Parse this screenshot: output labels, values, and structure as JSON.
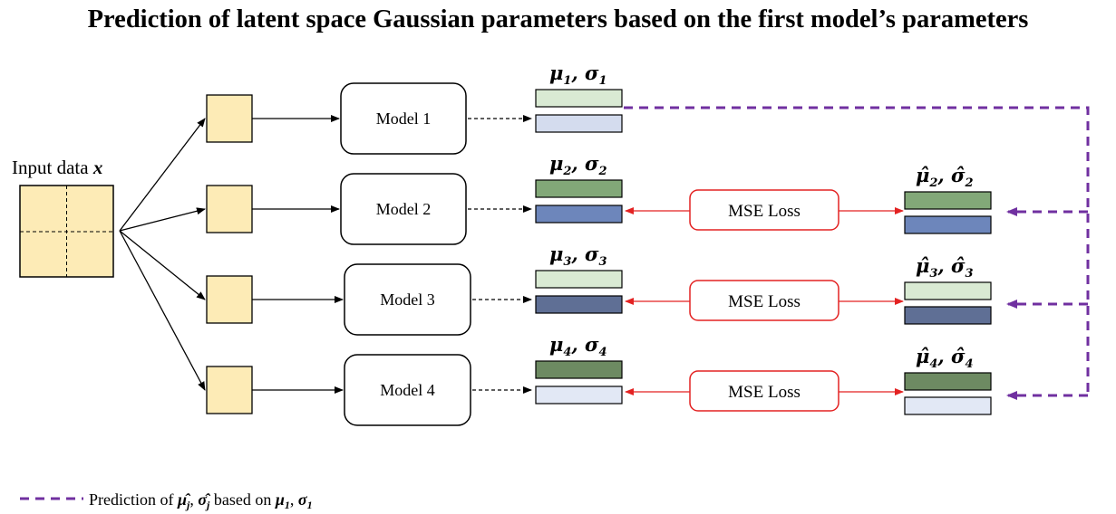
{
  "title": "Prediction of  latent space Gaussian parameters based on the first model’s parameters",
  "input": {
    "label": "Input data ",
    "var": "x"
  },
  "models": [
    {
      "label": "Model 1",
      "params": {
        "mu": "μ",
        "sigma": "σ",
        "sub": "1"
      },
      "mu_color": "#d9ead3",
      "sigma_color": "#d4dcee"
    },
    {
      "label": "Model 2",
      "params": {
        "mu": "μ",
        "sigma": "σ",
        "sub": "2"
      },
      "mu_color": "#82a878",
      "sigma_color": "#6d86bb"
    },
    {
      "label": "Model 3",
      "params": {
        "mu": "μ",
        "sigma": "σ",
        "sub": "3"
      },
      "mu_color": "#d9ead3",
      "sigma_color": "#5f6f95"
    },
    {
      "label": "Model 4",
      "params": {
        "mu": "μ",
        "sigma": "σ",
        "sub": "4"
      },
      "mu_color": "#6d8a62",
      "sigma_color": "#e2e8f5"
    }
  ],
  "predicted": [
    {
      "mu": "μ̂",
      "sigma": "σ̂",
      "sub": "2",
      "mu_color": "#82a878",
      "sigma_color": "#6d86bb"
    },
    {
      "mu": "μ̂",
      "sigma": "σ̂",
      "sub": "3",
      "mu_color": "#d9ead3",
      "sigma_color": "#5f6f95"
    },
    {
      "mu": "μ̂",
      "sigma": "σ̂",
      "sub": "4",
      "mu_color": "#6d8a62",
      "sigma_color": "#e2e8f5"
    }
  ],
  "loss_label": "MSE Loss",
  "legend": {
    "prefix": "Prediction of ",
    "mu_hat": "μ̂",
    "sigma_hat": "σ̂",
    "sub_j": "j",
    "middle": " based on ",
    "mu": "μ",
    "sigma": "σ",
    "sub_1": "1"
  },
  "colors": {
    "input_fill": "#fdebb6",
    "dashed_purple": "#7030a0",
    "loss_red": "#e32222"
  }
}
